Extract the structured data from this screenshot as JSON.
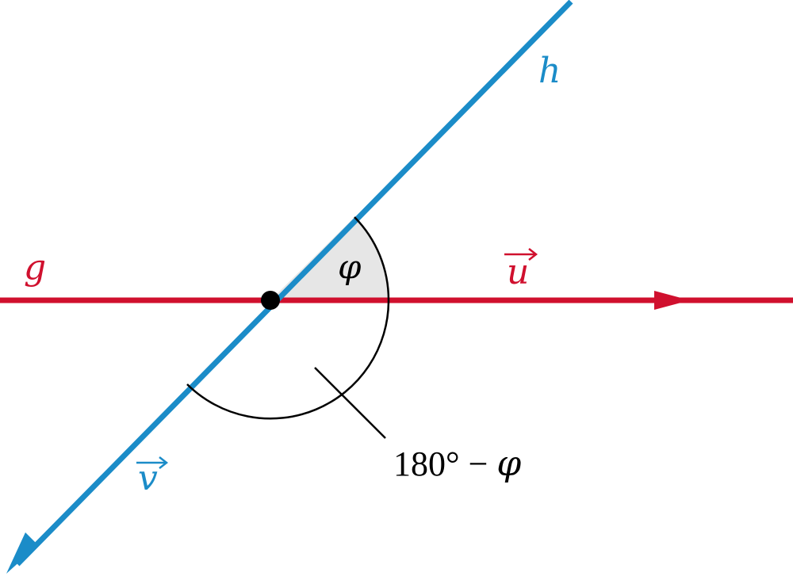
{
  "diagram": {
    "labels": {
      "line_g": "g",
      "line_h": "h",
      "vector_u": "u",
      "vector_v": "v",
      "angle_phi": "φ",
      "angle_supplement_number": "180° − ",
      "angle_supplement_phi": "φ"
    },
    "colors": {
      "line_g": "#d0102e",
      "line_h": "#1b8cc8",
      "arc": "#000000",
      "angle_fill": "#e6e6e6",
      "point": "#000000",
      "text": "#000000"
    }
  }
}
